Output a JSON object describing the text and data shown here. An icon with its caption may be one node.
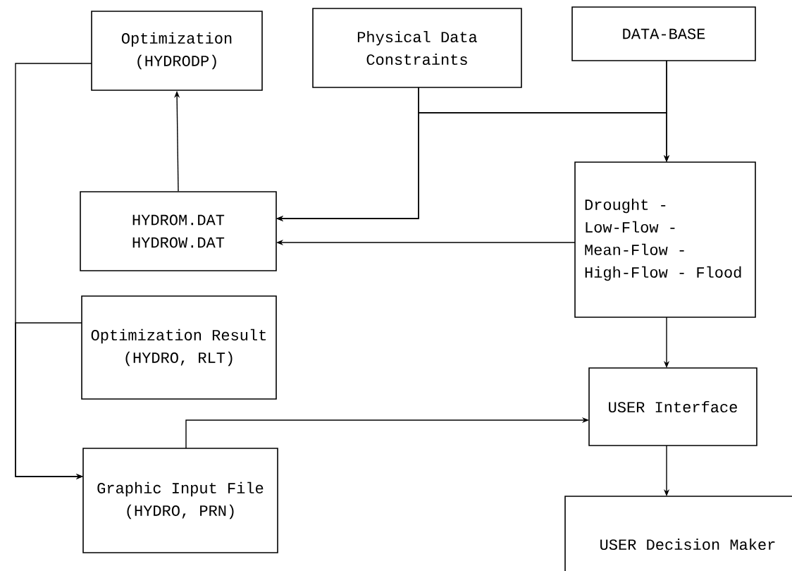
{
  "diagram": {
    "nodes": [
      {
        "text": [
          "Optimization (HYDRODP)"
        ]
      },
      {
        "text": [
          "Physical Data Constraints"
        ]
      },
      {
        "text": [
          "DATA-BASE"
        ]
      },
      {
        "text": [
          "HYDROM.DAT HYDROW.DAT"
        ]
      },
      {
        "text": [
          "Drought - Low-Flow - Mean-Flow - High-Flow - Flood"
        ]
      },
      {
        "text": [
          "Optimization Result (HYDRO, RLT)"
        ]
      },
      {
        "text": [
          "USER Interface"
        ]
      },
      {
        "text": [
          "Graphic Input File (HYDRO, PRN)"
        ]
      },
      {
        "text": [
          "USER Decision Maker"
        ]
      }
    ],
    "edges": [
      {
        "from": 3,
        "to": 0,
        "arrow": "to"
      },
      {
        "from": 1,
        "to": 3,
        "arrow": "to"
      },
      {
        "from": 2,
        "to": 3,
        "arrow": "to"
      },
      {
        "from": 1,
        "to": 4,
        "arrow": "to"
      },
      {
        "from": 2,
        "to": 4,
        "arrow": "to"
      },
      {
        "from": 4,
        "to": 3,
        "arrow": "to"
      },
      {
        "from": 4,
        "to": 6,
        "arrow": "to"
      },
      {
        "from": 6,
        "to": 8,
        "arrow": "to"
      },
      {
        "from": 7,
        "to": 6,
        "arrow": "to"
      },
      {
        "from": 0,
        "to": 7,
        "arrow": "to"
      },
      {
        "from": 5,
        "to": 7,
        "arrow": "to"
      }
    ]
  }
}
